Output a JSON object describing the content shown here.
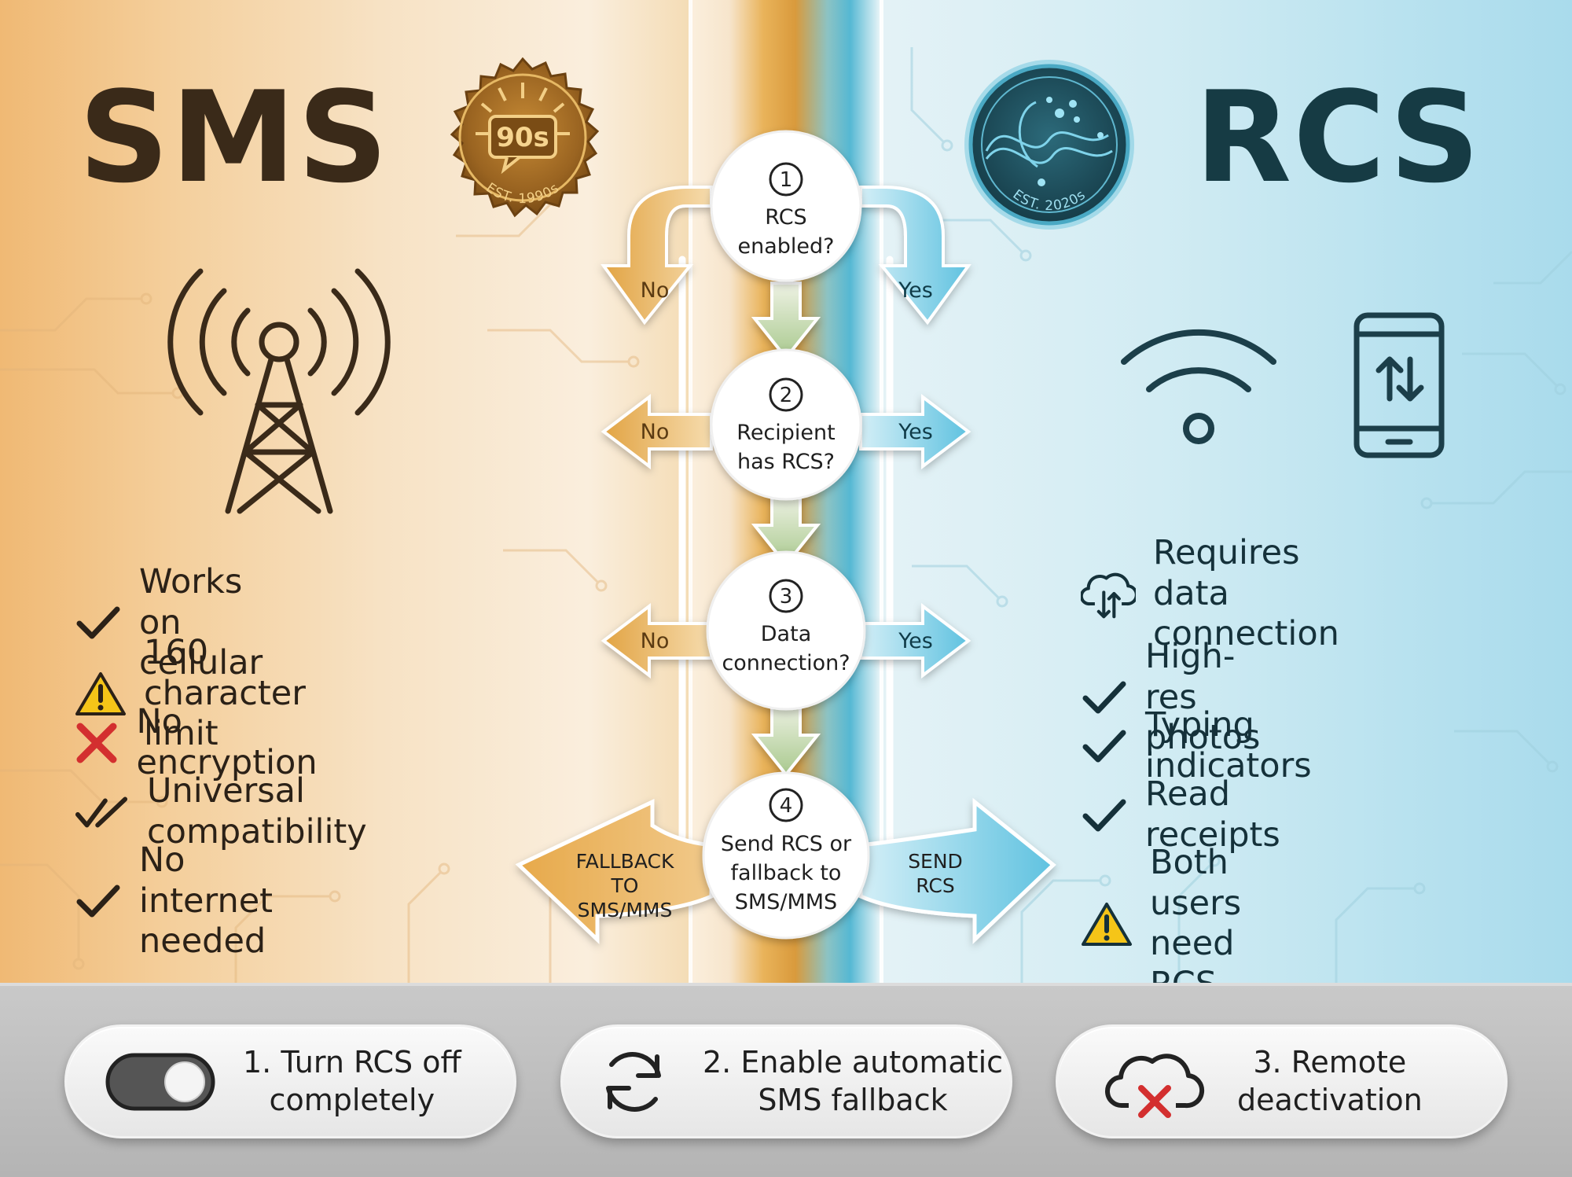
{
  "sms": {
    "title": "SMS",
    "badge_main": "90s",
    "badge_arc": "EST. 1990s",
    "features": [
      {
        "icon": "check-icon",
        "text": "Works on cellular"
      },
      {
        "icon": "warning-icon",
        "text": "160 character limit"
      },
      {
        "icon": "x-icon",
        "text": "No encryption"
      },
      {
        "icon": "double-check-icon",
        "text": "Universal compatibility"
      },
      {
        "icon": "check-icon",
        "text": "No internet needed"
      }
    ]
  },
  "rcs": {
    "title": "RCS",
    "badge_arc": "EST. 2020s",
    "features": [
      {
        "icon": "cloud-sync-icon",
        "text": "Requires data\nconnection"
      },
      {
        "icon": "check-icon",
        "text": "High-res photos"
      },
      {
        "icon": "check-icon",
        "text": "Typing indicators"
      },
      {
        "icon": "check-icon",
        "text": "Read receipts"
      },
      {
        "icon": "warning-icon",
        "text": "Both users need RCS"
      }
    ]
  },
  "flow": {
    "steps": [
      {
        "num": "1",
        "line1": "RCS",
        "line2": "enabled?",
        "line3": ""
      },
      {
        "num": "2",
        "line1": "Recipient",
        "line2": "has RCS?",
        "line3": ""
      },
      {
        "num": "3",
        "line1": "Data",
        "line2": "connection?",
        "line3": ""
      },
      {
        "num": "4",
        "line1": "Send RCS or",
        "line2": "fallback to",
        "line3": "SMS/MMS"
      }
    ],
    "no_label": "No",
    "yes_label": "Yes",
    "fallback": [
      "FALLBACK",
      "TO",
      "SMS/MMS"
    ],
    "send": [
      "SEND",
      "RCS"
    ]
  },
  "actions": [
    {
      "icon": "toggle-icon",
      "text": "1. Turn RCS off\ncompletely"
    },
    {
      "icon": "refresh-icon",
      "text": "2. Enable automatic\nSMS fallback"
    },
    {
      "icon": "cloud-x-icon",
      "text": "3. Remote\ndeactivation"
    }
  ],
  "colors": {
    "sms_accent": "#3a2a19",
    "rcs_accent": "#163b44",
    "orange_arrow": "#e3a74a",
    "blue_arrow": "#6ec8e2",
    "warning": "#f5c518",
    "error": "#d32f2f"
  }
}
